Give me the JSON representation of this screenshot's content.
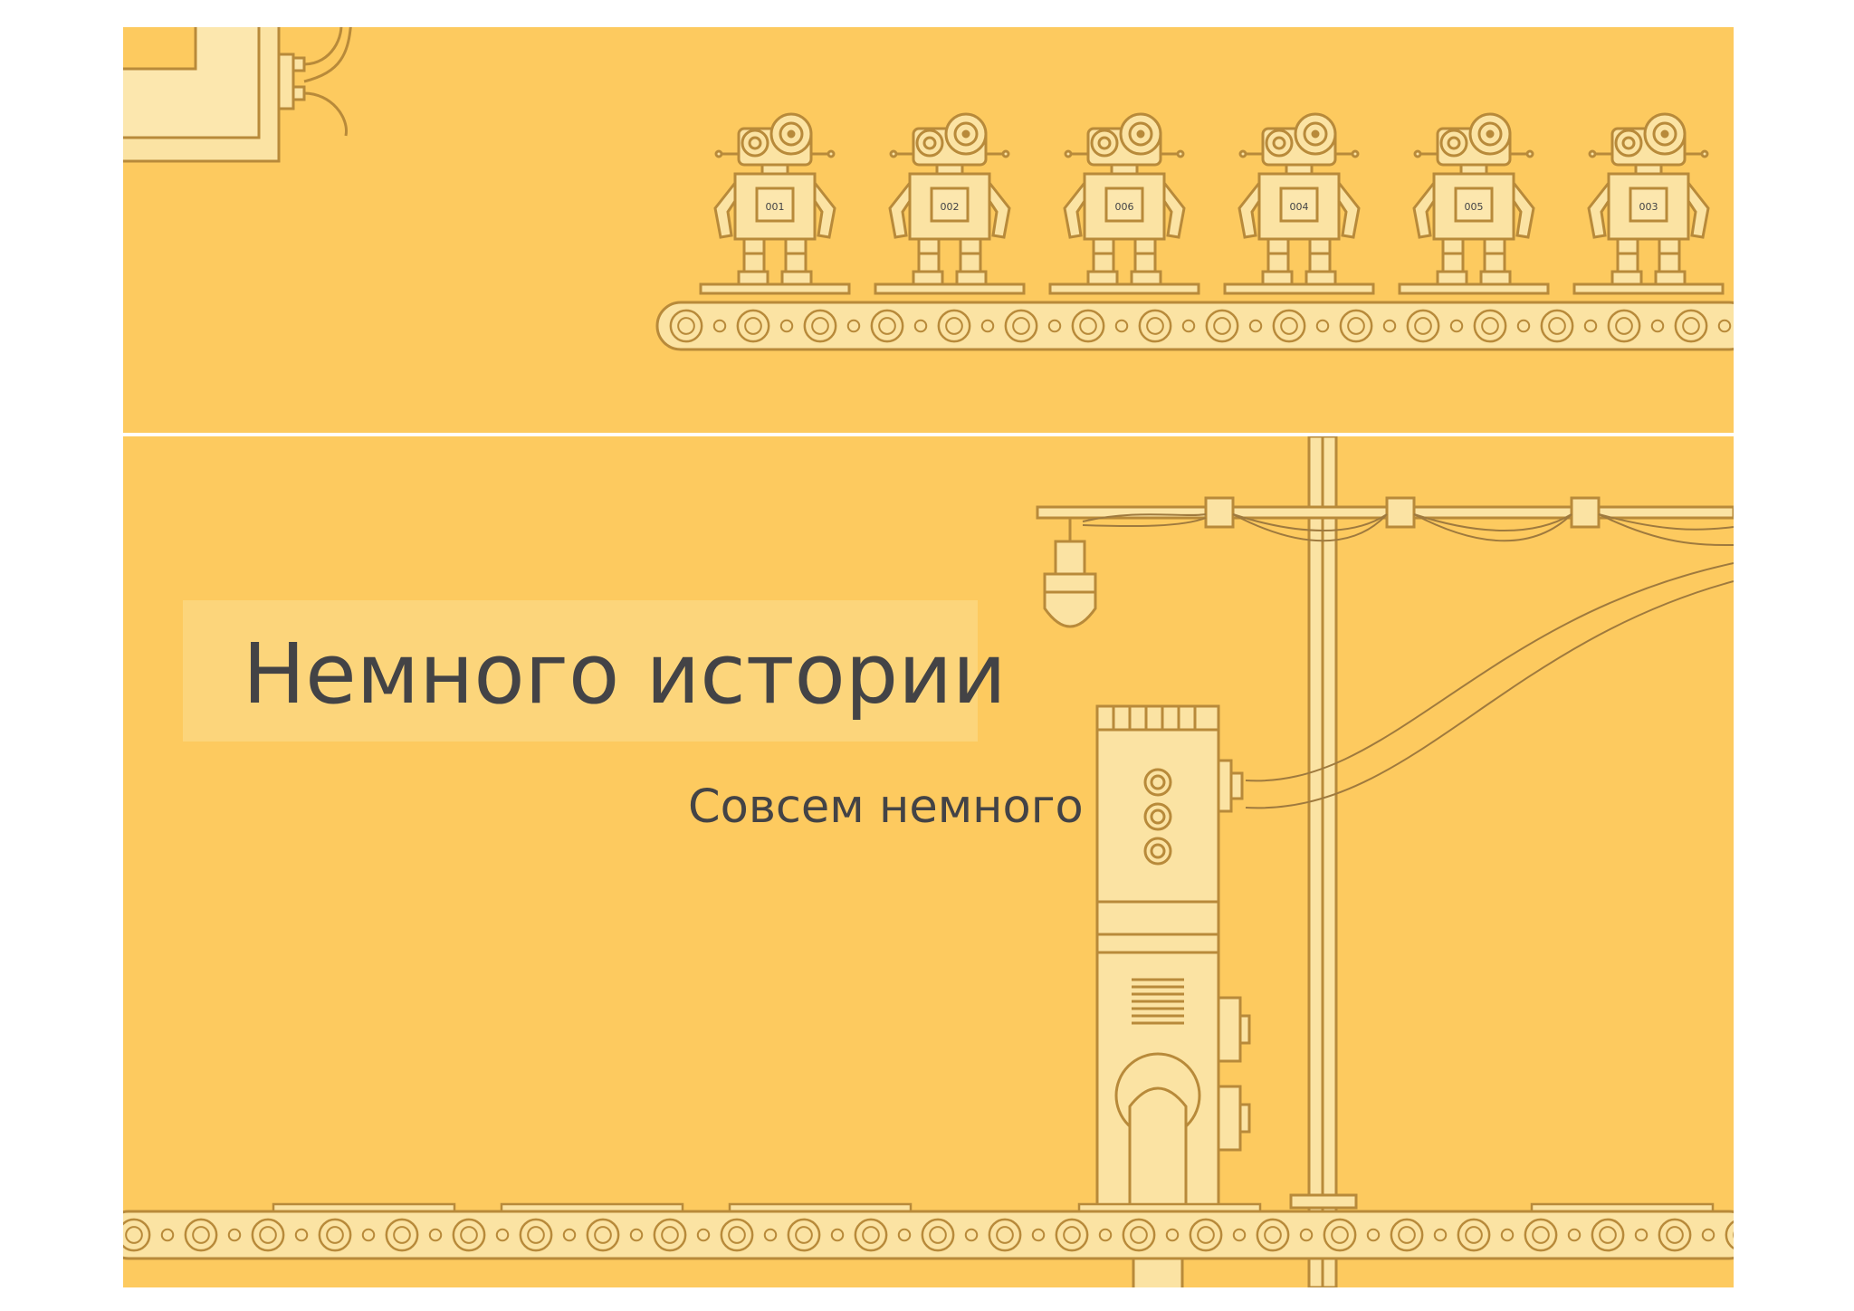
{
  "slide_top": {
    "robots": [
      {
        "label": "001"
      },
      {
        "label": "002"
      },
      {
        "label": "006"
      },
      {
        "label": "004"
      },
      {
        "label": "005"
      },
      {
        "label": "003"
      }
    ]
  },
  "slide_bottom": {
    "title": "Немного истории",
    "subtitle": "Совсем немного"
  },
  "colors": {
    "background": "#fdca5f",
    "line": "#b88a3a",
    "fill_light": "#fbe3a3",
    "text": "#434346"
  }
}
